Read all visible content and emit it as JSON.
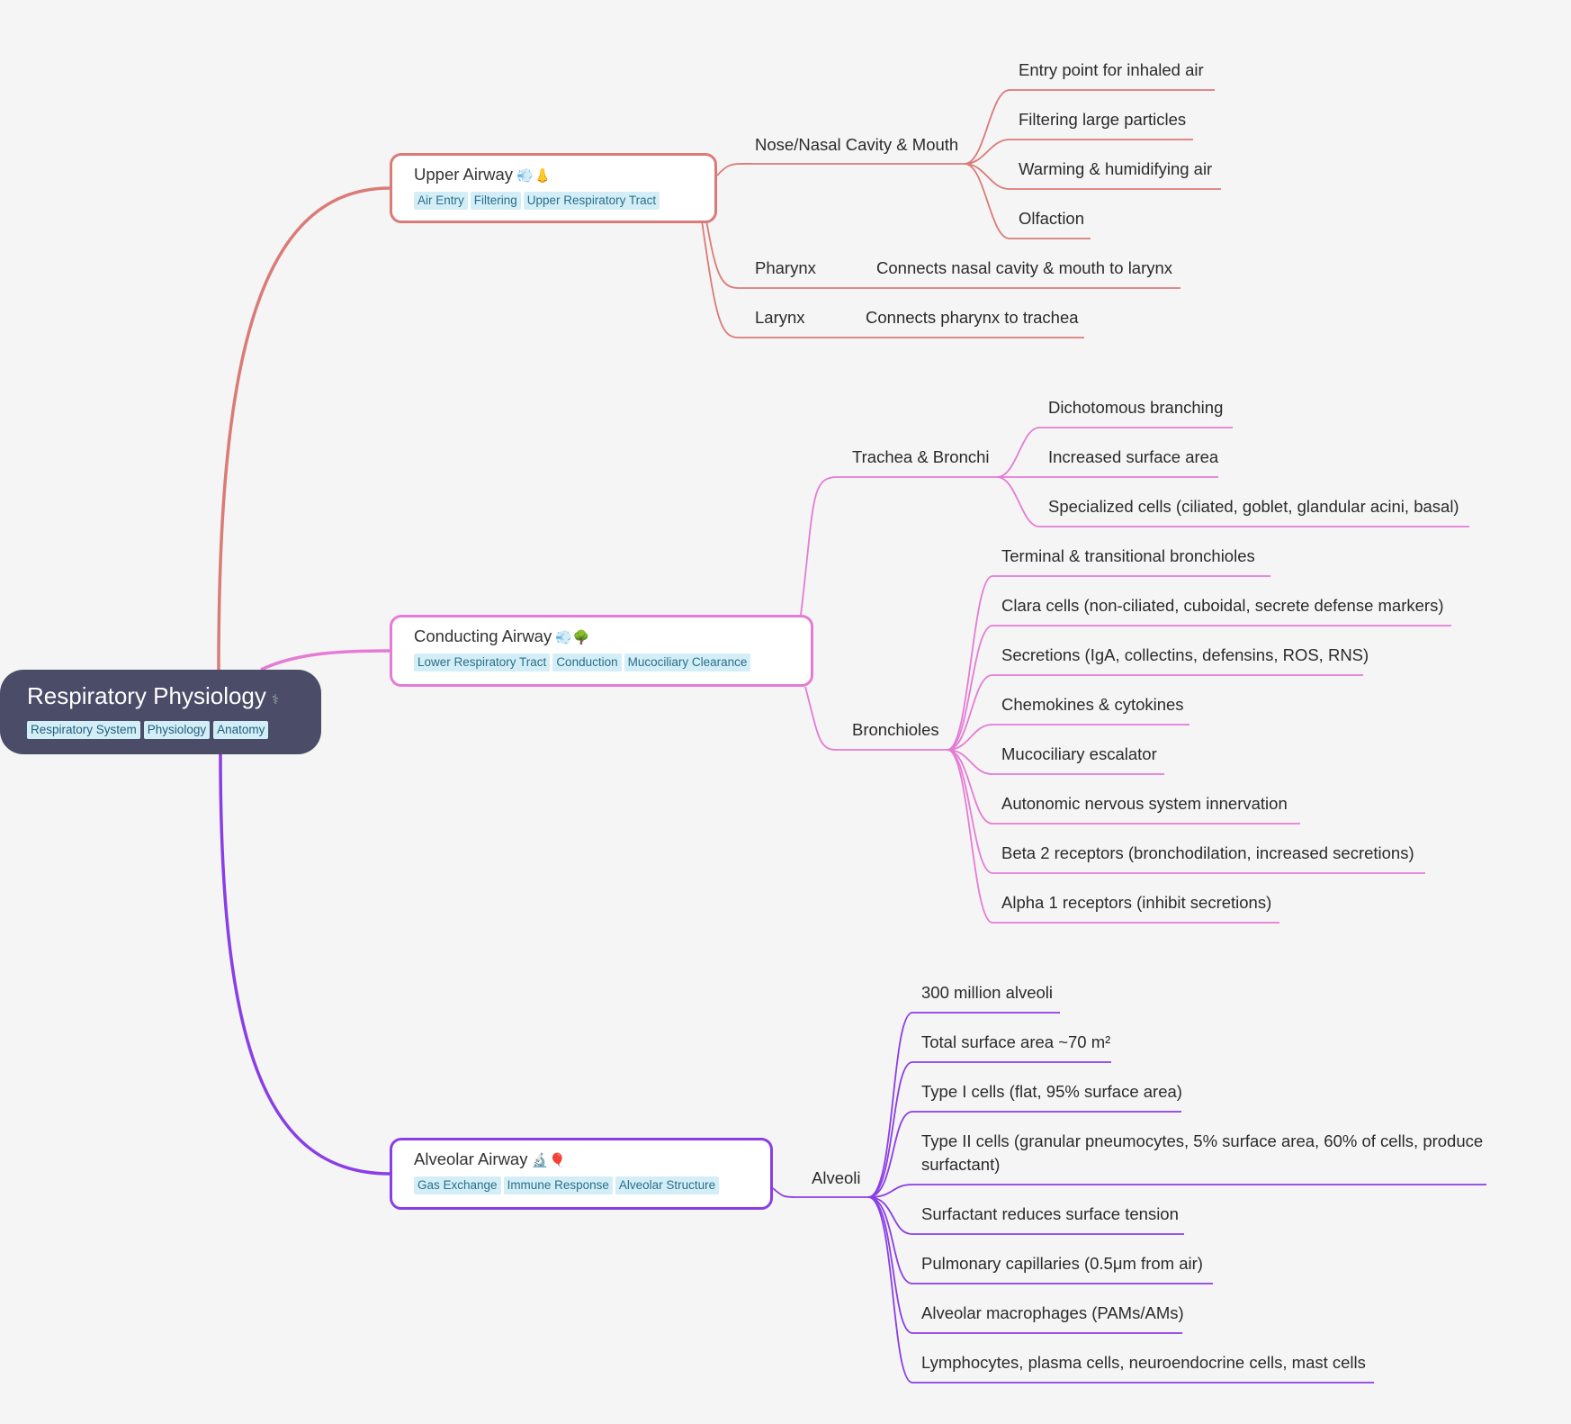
{
  "root": {
    "title": "Respiratory Physiology",
    "icon": "medical-symbol-icon",
    "tags": [
      "Respiratory System",
      "Physiology",
      "Anatomy"
    ]
  },
  "colors": {
    "root_bg": "#4a4c68",
    "upper": "#da7b78",
    "conducting": "#e57bd4",
    "alveolar": "#8a3ee6",
    "tag_bg": "#d4eef8",
    "tag_text": "#2a6f89",
    "background": "#f5f5f5"
  },
  "topics": [
    {
      "title": "Upper Airway",
      "icons": [
        "wind-icon",
        "nose-icon"
      ],
      "emoji": "💨👃",
      "tags": [
        "Air Entry",
        "Filtering",
        "Upper Respiratory Tract"
      ],
      "subtopics": [
        {
          "label": "Nose/Nasal Cavity & Mouth",
          "leaves": [
            "Entry point for inhaled air",
            "Filtering large particles",
            "Warming & humidifying air",
            "Olfaction"
          ]
        },
        {
          "label": "Pharynx",
          "leaves": [
            "Connects nasal cavity & mouth to larynx"
          ]
        },
        {
          "label": "Larynx",
          "leaves": [
            "Connects pharynx to trachea"
          ]
        }
      ]
    },
    {
      "title": "Conducting Airway",
      "icons": [
        "wind-icon",
        "tree-icon"
      ],
      "emoji": "💨🌳",
      "tags": [
        "Lower Respiratory Tract",
        "Conduction",
        "Mucociliary Clearance"
      ],
      "subtopics": [
        {
          "label": "Trachea & Bronchi",
          "leaves": [
            "Dichotomous branching",
            "Increased surface area",
            "Specialized cells (ciliated, goblet, glandular acini, basal)"
          ]
        },
        {
          "label": "Bronchioles",
          "leaves": [
            "Terminal & transitional bronchioles",
            "Clara cells (non-ciliated, cuboidal, secrete defense markers)",
            "Secretions (IgA, collectins, defensins, ROS, RNS)",
            "Chemokines & cytokines",
            "Mucociliary escalator",
            "Autonomic nervous system innervation",
            "Beta 2 receptors (bronchodilation, increased secretions)",
            "Alpha 1 receptors (inhibit secretions)"
          ]
        }
      ]
    },
    {
      "title": "Alveolar Airway",
      "icons": [
        "microscope-icon",
        "balloon-icon"
      ],
      "emoji": "🔬🎈",
      "tags": [
        "Gas Exchange",
        "Immune Response",
        "Alveolar Structure"
      ],
      "subtopics": [
        {
          "label": "Alveoli",
          "leaves": [
            "300 million alveoli",
            "Total surface area ~70 m²",
            "Type I cells (flat, 95% surface area)",
            "Type II cells (granular pneumocytes, 5% surface area, 60% of cells, produce surfactant)",
            "Surfactant reduces surface tension",
            "Pulmonary capillaries (0.5μm from air)",
            "Alveolar macrophages (PAMs/AMs)",
            "Lymphocytes, plasma cells, neuroendocrine cells, mast cells"
          ]
        }
      ]
    }
  ]
}
